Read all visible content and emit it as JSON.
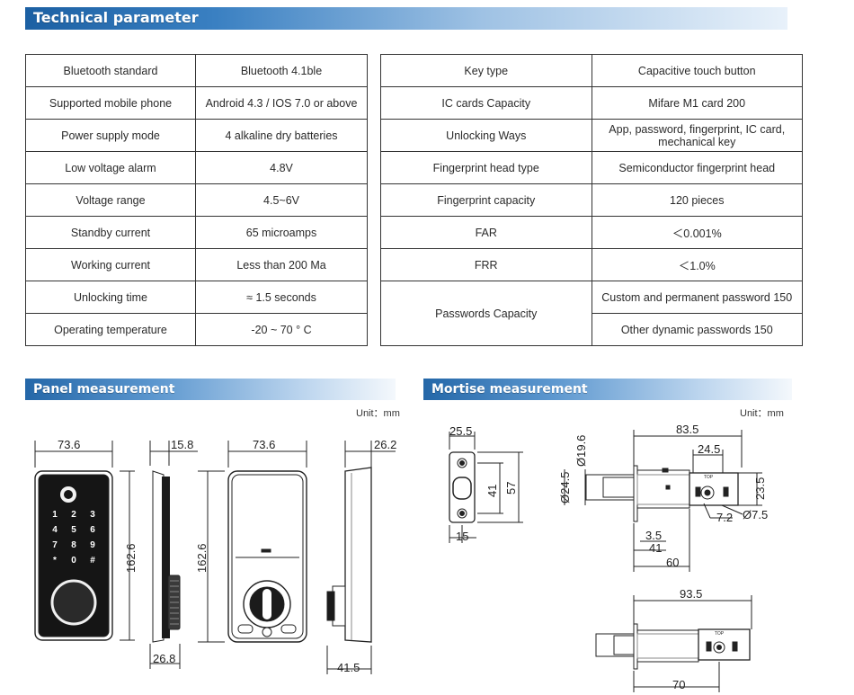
{
  "sections": {
    "technical": "Technical parameter",
    "panel": "Panel measurement",
    "mortise": "Mortise measurement"
  },
  "unit_label": "Unit：mm",
  "spec_left": [
    {
      "name": "Bluetooth standard",
      "value": "Bluetooth 4.1ble"
    },
    {
      "name": "Supported mobile phone",
      "value": "Android 4.3 / IOS 7.0 or above"
    },
    {
      "name": "Power supply mode",
      "value": "4 alkaline dry batteries"
    },
    {
      "name": "Low voltage alarm",
      "value": "4.8V"
    },
    {
      "name": "Voltage range",
      "value": "4.5~6V"
    },
    {
      "name": "Standby current",
      "value": "65 microamps"
    },
    {
      "name": "Working current",
      "value": "Less than 200 Ma"
    },
    {
      "name": "Unlocking time",
      "value": "≈ 1.5 seconds"
    },
    {
      "name": "Operating temperature",
      "value": "-20 ~ 70 ° C"
    }
  ],
  "spec_right": [
    {
      "name": "Key type",
      "value": "Capacitive touch button"
    },
    {
      "name": "IC cards Capacity",
      "value": "Mifare M1 card 200"
    },
    {
      "name": "Unlocking Ways",
      "value": "App, password, fingerprint, IC card, mechanical key"
    },
    {
      "name": "Fingerprint head type",
      "value": "Semiconductor fingerprint head"
    },
    {
      "name": "Fingerprint capacity",
      "value": "120 pieces"
    },
    {
      "name": "FAR",
      "value": "＜0.001%"
    },
    {
      "name": "FRR",
      "value": "＜1.0%"
    },
    {
      "name": "Passwords Capacity",
      "value": "Custom and permanent password 150",
      "value2": "Other dynamic passwords 150"
    }
  ],
  "panel_dims": {
    "front_width": "73.6",
    "side_depth": "15.8",
    "back_width": "73.6",
    "back_depth": "26.2",
    "height_front": "162.6",
    "height_back": "162.6",
    "knob_depth": "26.8",
    "total_depth": "41.5"
  },
  "keypad": [
    "1",
    "2",
    "3",
    "4",
    "5",
    "6",
    "7",
    "8",
    "9",
    "*",
    "0",
    "#"
  ],
  "plate_label": "TOP",
  "mortise_dims": {
    "plate_width": "25.5",
    "plate_inner": "41",
    "plate_height": "57",
    "plate_offset": "15",
    "length": "83.5",
    "sub_length": "24.5",
    "hole_dia": "Ø19.6",
    "body_dia": "Ø24.5",
    "right_height": "23.5",
    "gap": "3.5",
    "dim_41": "41",
    "dim_60": "60",
    "dim_7_2": "7.2",
    "dim_small_dia": "Ø7.5",
    "length_2": "93.5",
    "dim_70": "70"
  }
}
